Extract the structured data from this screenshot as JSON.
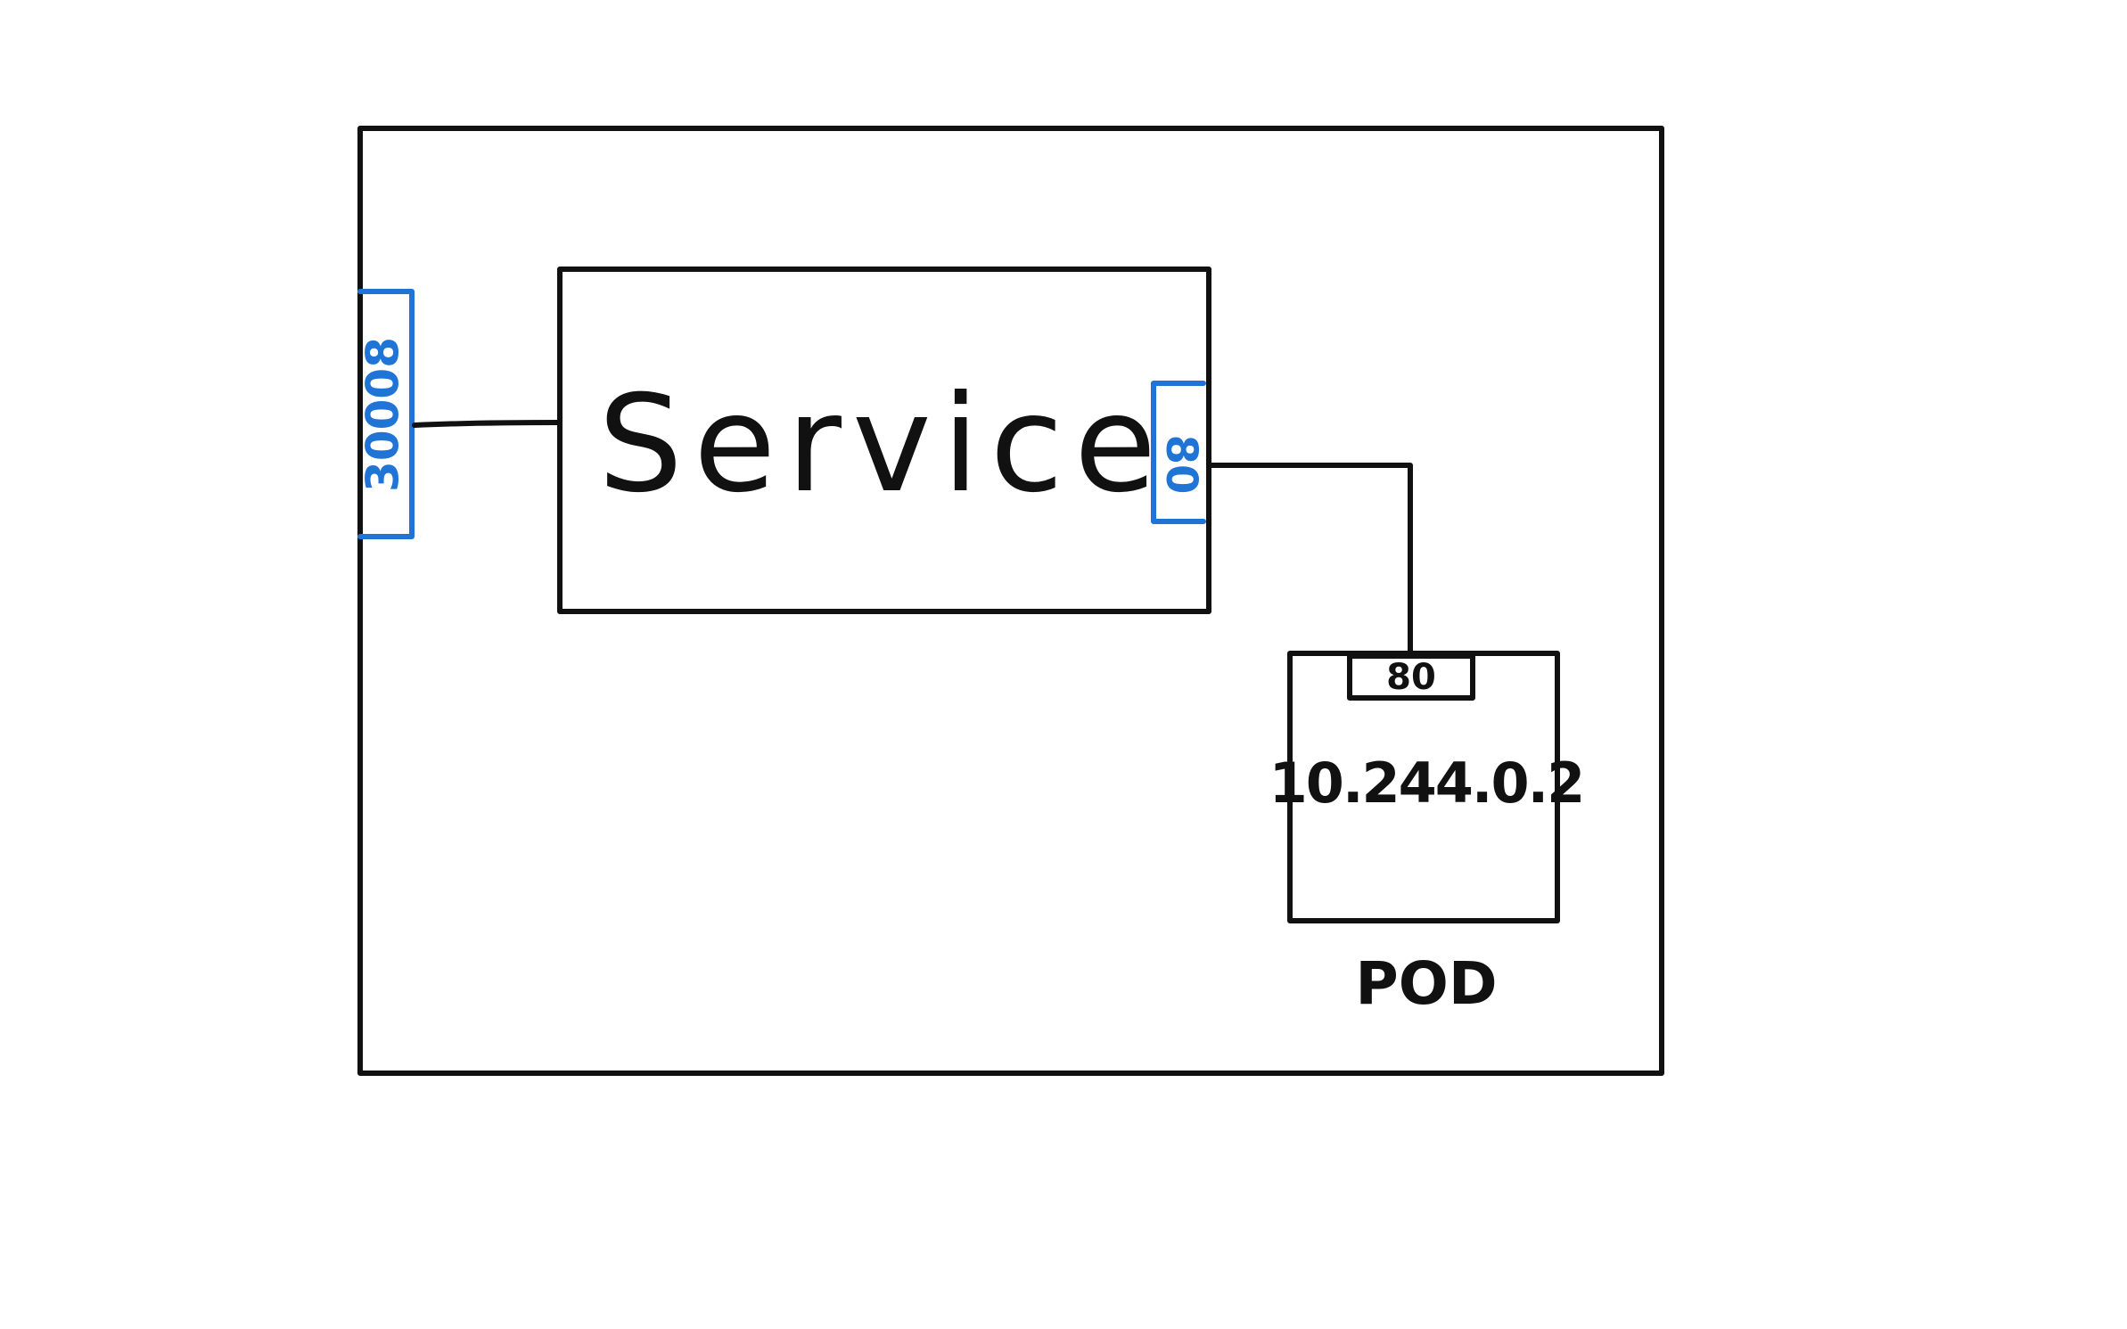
{
  "colors": {
    "line": "#111111",
    "port": "#1f74d6",
    "background": "#ffffff"
  },
  "node": {
    "node_port": "30008"
  },
  "service": {
    "label": "Service",
    "port": "80"
  },
  "pod": {
    "target_port": "80",
    "ip": "10.244.0.2",
    "caption": "POD"
  }
}
